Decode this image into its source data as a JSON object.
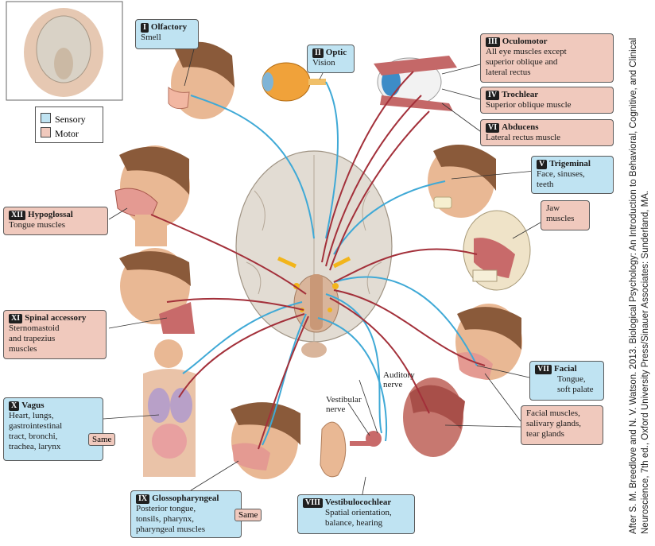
{
  "legend": {
    "sensory": "Sensory",
    "motor": "Motor",
    "sensory_color": "#bfe3f2",
    "motor_color": "#f0c9bd",
    "sensory_line": "#3fa9d6",
    "motor_line": "#a3303a"
  },
  "nerves": {
    "olfactory": {
      "num": "I",
      "name": "Olfactory",
      "desc": "Smell"
    },
    "optic": {
      "num": "II",
      "name": "Optic",
      "desc": "Vision"
    },
    "oculomotor": {
      "num": "III",
      "name": "Oculomotor",
      "desc": [
        "All eye muscles except",
        "superior oblique and",
        "lateral rectus"
      ]
    },
    "trochlear": {
      "num": "IV",
      "name": "Trochlear",
      "desc": "Superior oblique muscle"
    },
    "abducens": {
      "num": "VI",
      "name": "Abducens",
      "desc": "Lateral rectus muscle"
    },
    "trigeminal": {
      "num": "V",
      "name": "Trigeminal",
      "desc": [
        "Face, sinuses,",
        "teeth"
      ]
    },
    "trigeminal_motor": {
      "desc": [
        "Jaw",
        "muscles"
      ]
    },
    "hypoglossal": {
      "num": "XII",
      "name": "Hypoglossal",
      "desc": "Tongue muscles"
    },
    "spinal_accessory": {
      "num": "XI",
      "name": "Spinal accessory",
      "desc": [
        "Sternomastoid",
        "and trapezius",
        "muscles"
      ]
    },
    "vagus": {
      "num": "X",
      "name": "Vagus",
      "desc": [
        "Heart, lungs,",
        "gastrointestinal",
        "tract, bronchi,",
        "trachea, larynx"
      ],
      "same": "Same"
    },
    "facial": {
      "num": "VII",
      "name": "Facial",
      "desc": [
        "Tongue,",
        "soft palate"
      ]
    },
    "facial_motor": {
      "desc": [
        "Facial muscles,",
        "salivary glands,",
        "tear glands"
      ]
    },
    "glossopharyngeal": {
      "num": "IX",
      "name": "Glossopharyngeal",
      "desc": [
        "Posterior tongue,",
        "tonsils, pharynx,",
        "pharyngeal muscles"
      ],
      "same": "Same"
    },
    "vestibulocochlear": {
      "num": "VIII",
      "name": "Vestibulocochlear",
      "desc": [
        "Spatial orientation,",
        "balance, hearing"
      ]
    }
  },
  "ear_labels": {
    "auditory": [
      "Auditory",
      "nerve"
    ],
    "vestibular": [
      "Vestibular",
      "nerve"
    ]
  },
  "credit": [
    "After S. M. Breedlove and N. V. Watson. 2013. Biological Psychology: An Introduction to Behavioral, Cognitive, and Clinical",
    "Neuroscience, 7th ed., Oxford University Press/Sinauer Associates: Sunderland, MA."
  ]
}
